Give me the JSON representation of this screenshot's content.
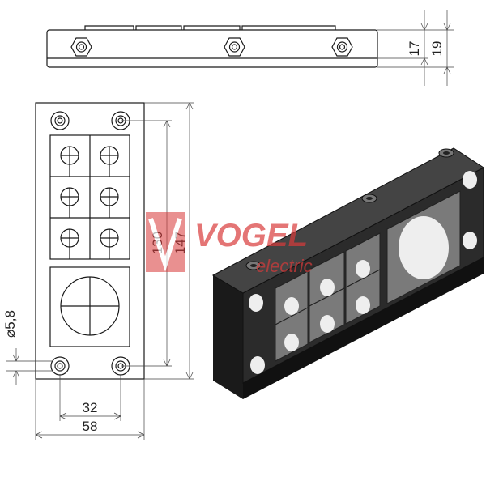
{
  "drawing": {
    "dimensions": {
      "width_outer": "58",
      "hole_spacing": "32",
      "height_outer": "147",
      "height_inner": "130",
      "thickness_total": "19",
      "thickness_frame": "17",
      "hole_diameter": "⌀5,8"
    }
  },
  "watermark": {
    "brand_text": "VOGEL",
    "sub_text": "electric",
    "color_brand": "#d93b3b"
  },
  "colors": {
    "line": "#1a1a1a",
    "frame_3d": "#2b2b2b",
    "insert_3d": "#7a7a7a"
  }
}
